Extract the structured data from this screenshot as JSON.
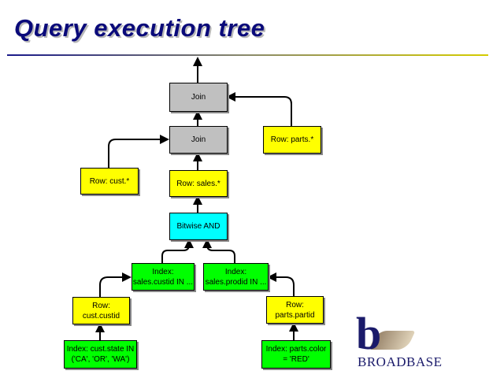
{
  "title": "Query execution tree",
  "nodes": {
    "join_top": "Join",
    "join_mid": "Join",
    "row_parts_all": "Row: parts.*",
    "row_cust_all": "Row: cust.*",
    "row_sales_all": "Row: sales.*",
    "bitwise_and": "Bitwise AND",
    "index_sales_custid": "Index:\nsales.custid IN ...",
    "index_sales_prodid": "Index:\nsales.prodid IN ...",
    "row_cust_custid": "Row:\ncust.custid",
    "row_parts_partid": "Row:\nparts.partid",
    "index_cust_state": "Index: cust.state IN\n('CA', 'OR', 'WA')",
    "index_parts_color": "Index: parts.color\n= 'RED'"
  },
  "logo": {
    "text": "BROADBASE",
    "mark": "b"
  },
  "colors": {
    "join": "#c0c0c0",
    "row": "#ffff00",
    "bitwise": "#00ffff",
    "index": "#00ff00",
    "title": "#0a0a7a"
  }
}
